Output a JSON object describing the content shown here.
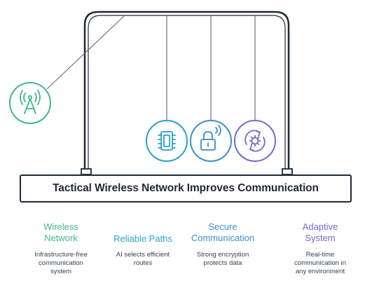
{
  "title": "Tactical Wireless Network Improves Communication",
  "features": [
    {
      "title_lines": [
        "Wireless",
        "Network"
      ],
      "desc_lines": [
        "Infrastructure-free",
        "communication",
        "system"
      ],
      "color": "#3dbb8b"
    },
    {
      "title_lines": [
        "Reliable Paths"
      ],
      "desc_lines": [
        "AI selects efficient",
        "routes"
      ],
      "color": "#2aa1c4"
    },
    {
      "title_lines": [
        "Secure",
        "Communication"
      ],
      "desc_lines": [
        "Strong encryption",
        "protects data"
      ],
      "color": "#3a8fd1"
    },
    {
      "title_lines": [
        "Adaptive",
        "System"
      ],
      "desc_lines": [
        "Real-time",
        "communication in",
        "any environment"
      ],
      "color": "#6f6bd4"
    }
  ],
  "icons": [
    {
      "name": "antenna-icon",
      "color": "#3dbb8b"
    },
    {
      "name": "chip-icon",
      "color": "#2aa1c4"
    },
    {
      "name": "lock-wifi-icon",
      "color": "#3a8fd1"
    },
    {
      "name": "gear-cycle-icon",
      "color": "#6f6bd4"
    }
  ]
}
